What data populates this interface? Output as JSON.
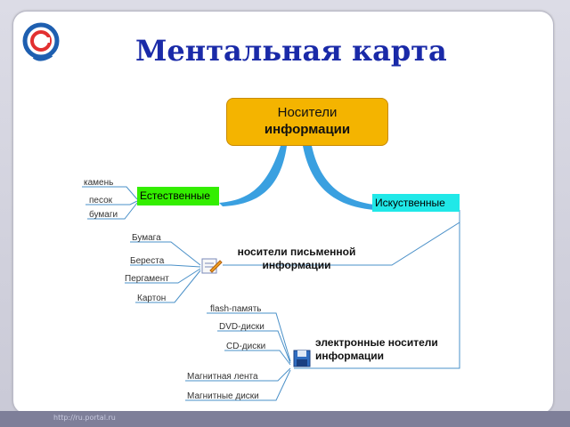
{
  "title": "Ментальная карта",
  "root": {
    "line1": "Носители",
    "line2": "информации"
  },
  "natural": {
    "label": "Естественные",
    "leaves": [
      "камень",
      "песок",
      "бумаги"
    ]
  },
  "artificial": {
    "label": "Искуственные"
  },
  "written": {
    "line1": "носители письменной",
    "line2": "информации",
    "leaves": [
      "Бумага",
      "Береста",
      "Пергамент",
      "Картон"
    ]
  },
  "electronic": {
    "line1": "электронные носители",
    "line2": "информации",
    "leaves": [
      "flash-память",
      "DVD-диски",
      "CD-диски",
      "Магнитная лента",
      "Магнитные диски"
    ]
  },
  "footer": {
    "url": "http://ru.portal.ru"
  },
  "colors": {
    "title": "#1a2aa8",
    "root": "#f4b400",
    "natural": "#33ee00",
    "artificial": "#20e8e8",
    "branch": "#3aa0e0"
  }
}
